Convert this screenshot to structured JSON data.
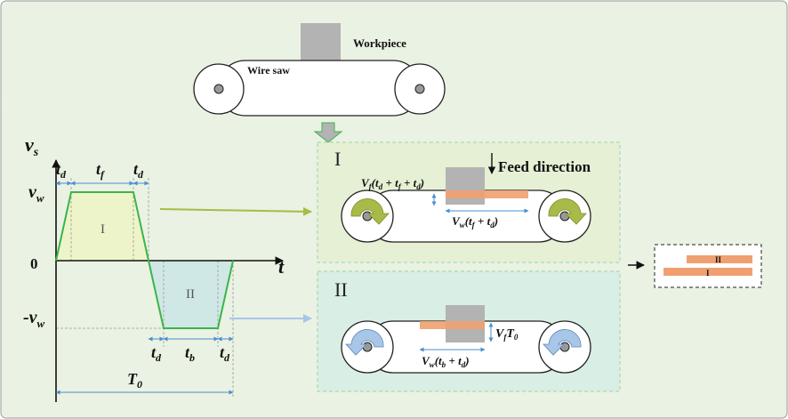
{
  "colors": {
    "background": "#eaf2e3",
    "border": "#9a9a9a",
    "profile_line": "#3cb44a",
    "region_I_fill": "#eef4c9",
    "region_II_fill": "#cfe8e6",
    "dim_arrow": "#4a8fd0",
    "workpiece": "#b3b3b3",
    "wire_cut": "#f0a070",
    "arrow_olive": "#a8bb48",
    "arrow_blue": "#a8c6e8",
    "panel_I_fill": "#e6f0d4",
    "panel_II_fill": "#d9eee4",
    "panel_border": "#9fd3a6"
  },
  "top_machine": {
    "workpiece_label": "Workpiece",
    "wire_label": "Wire saw"
  },
  "velocity_profile": {
    "y_axis_symbol": "v",
    "y_axis_subscript": "s",
    "x_axis_label": "t",
    "origin_label": "0",
    "pos_level_symbol": "v",
    "pos_level_subscript": "w",
    "neg_level_prefix": "-v",
    "neg_level_subscript": "w",
    "region_I": "I",
    "region_II": "II",
    "td_symbol": "t",
    "td_subscript": "d",
    "tf_symbol": "t",
    "tf_subscript": "f",
    "tb_symbol": "t",
    "tb_subscript": "b",
    "period_symbol": "T",
    "period_subscript": "0"
  },
  "panel_I": {
    "label": "I",
    "feed_label": "Feed direction",
    "feed_eq": {
      "sym": "V",
      "sub": "f",
      "open": "(",
      "t1": "t",
      "t1sub": "d",
      "plus1": " + ",
      "t2": "t",
      "t2sub": "f",
      "plus2": " + ",
      "t3": "t",
      "t3sub": "d",
      "close": ")"
    },
    "wire_eq": {
      "sym": "V",
      "sub": "w",
      "open": "(",
      "t1": "t",
      "t1sub": "f",
      "plus": " + ",
      "t2": "t",
      "t2sub": "d",
      "close": ")"
    }
  },
  "panel_II": {
    "label": "II",
    "feed_eq": {
      "sym": "V",
      "sub": "f",
      "t": "T",
      "tsub": "0"
    },
    "wire_eq": {
      "sym": "V",
      "sub": "w",
      "open": "(",
      "t1": "t",
      "t1sub": "b",
      "plus": " + ",
      "t2": "t",
      "t2sub": "d",
      "close": ")"
    }
  },
  "result_box": {
    "label_II": "II",
    "label_I": "I"
  }
}
